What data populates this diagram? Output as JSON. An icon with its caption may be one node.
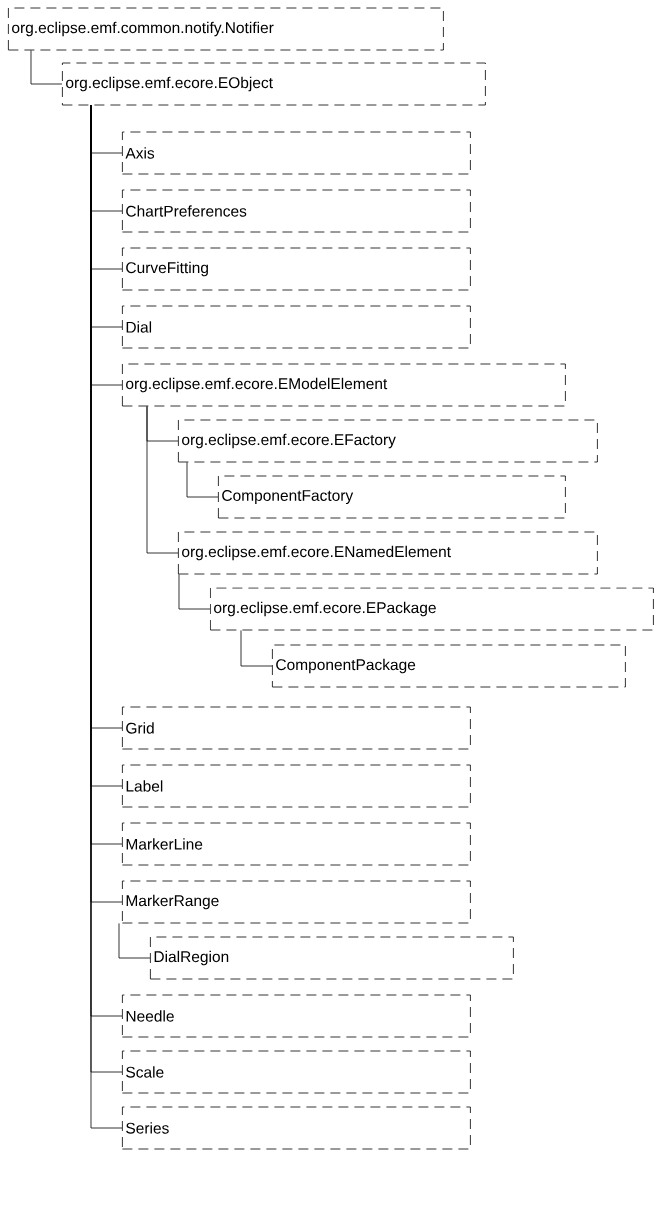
{
  "diagram": {
    "nodes": [
      {
        "text": [
          "org.eclipse.emf.common.notify.Notifier"
        ]
      },
      {
        "text": [
          "org.eclipse.emf.ecore.EObject"
        ]
      },
      {
        "text": [
          "Axis"
        ]
      },
      {
        "text": [
          "ChartPreferences"
        ]
      },
      {
        "text": [
          "CurveFitting"
        ]
      },
      {
        "text": [
          "Dial"
        ]
      },
      {
        "text": [
          "org.eclipse.emf.ecore.EModelElement"
        ]
      },
      {
        "text": [
          "org.eclipse.emf.ecore.EFactory"
        ]
      },
      {
        "text": [
          "ComponentFactory"
        ]
      },
      {
        "text": [
          "org.eclipse.emf.ecore.ENamedElement"
        ]
      },
      {
        "text": [
          "org.eclipse.emf.ecore.EPackage"
        ]
      },
      {
        "text": [
          "ComponentPackage"
        ]
      },
      {
        "text": [
          "Grid"
        ]
      },
      {
        "text": [
          "Label"
        ]
      },
      {
        "text": [
          "MarkerLine"
        ]
      },
      {
        "text": [
          "MarkerRange"
        ]
      },
      {
        "text": [
          "DialRegion"
        ]
      },
      {
        "text": [
          "Needle"
        ]
      },
      {
        "text": [
          "Scale"
        ]
      },
      {
        "text": [
          "Series"
        ]
      }
    ],
    "edges": [
      {
        "from": 0,
        "to": 1,
        "arrow": "none"
      },
      {
        "from": 1,
        "to": 2,
        "arrow": "none"
      },
      {
        "from": 1,
        "to": 3,
        "arrow": "none"
      },
      {
        "from": 1,
        "to": 4,
        "arrow": "none"
      },
      {
        "from": 1,
        "to": 5,
        "arrow": "none"
      },
      {
        "from": 1,
        "to": 6,
        "arrow": "none"
      },
      {
        "from": 6,
        "to": 7,
        "arrow": "none"
      },
      {
        "from": 7,
        "to": 8,
        "arrow": "none"
      },
      {
        "from": 6,
        "to": 9,
        "arrow": "none"
      },
      {
        "from": 9,
        "to": 10,
        "arrow": "none"
      },
      {
        "from": 10,
        "to": 11,
        "arrow": "none"
      },
      {
        "from": 1,
        "to": 12,
        "arrow": "none"
      },
      {
        "from": 1,
        "to": 13,
        "arrow": "none"
      },
      {
        "from": 1,
        "to": 14,
        "arrow": "none"
      },
      {
        "from": 1,
        "to": 15,
        "arrow": "none"
      },
      {
        "from": 15,
        "to": 16,
        "arrow": "none"
      },
      {
        "from": 1,
        "to": 17,
        "arrow": "none"
      },
      {
        "from": 1,
        "to": 18,
        "arrow": "none"
      },
      {
        "from": 1,
        "to": 19,
        "arrow": "none"
      }
    ]
  }
}
